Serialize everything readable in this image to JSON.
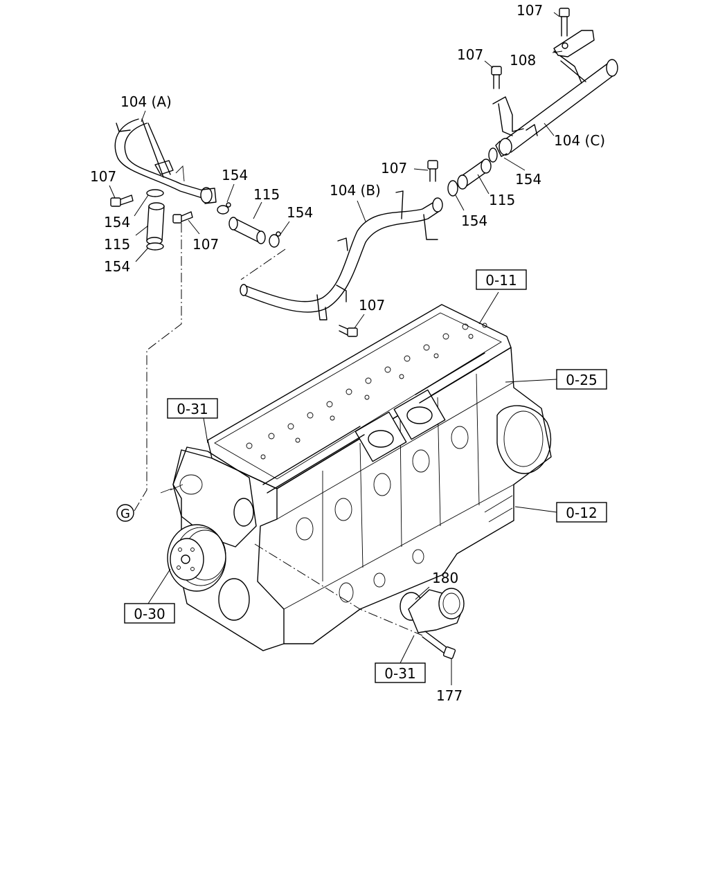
{
  "labels": {
    "p107_top": "107",
    "p108": "108",
    "p107_b2": "107",
    "p104c": "104 (C)",
    "p154_c": "154",
    "p115_c": "115",
    "p154_c2": "154",
    "p104a": "104 (A)",
    "p107_a": "107",
    "p154_a1": "154",
    "p115_a": "115",
    "p154_a2": "154",
    "p107_a2": "107",
    "p154_m": "154",
    "p115_m": "115",
    "p154_m2": "154",
    "p104b": "104 (B)",
    "p107_b": "107",
    "p107_m": "107",
    "p180": "180",
    "p177": "177",
    "circle_g": "G"
  },
  "refs": {
    "r011": "0-11",
    "r025": "0-25",
    "r031_top": "0-31",
    "r012": "0-12",
    "r030": "0-30",
    "r031_bot": "0-31"
  }
}
